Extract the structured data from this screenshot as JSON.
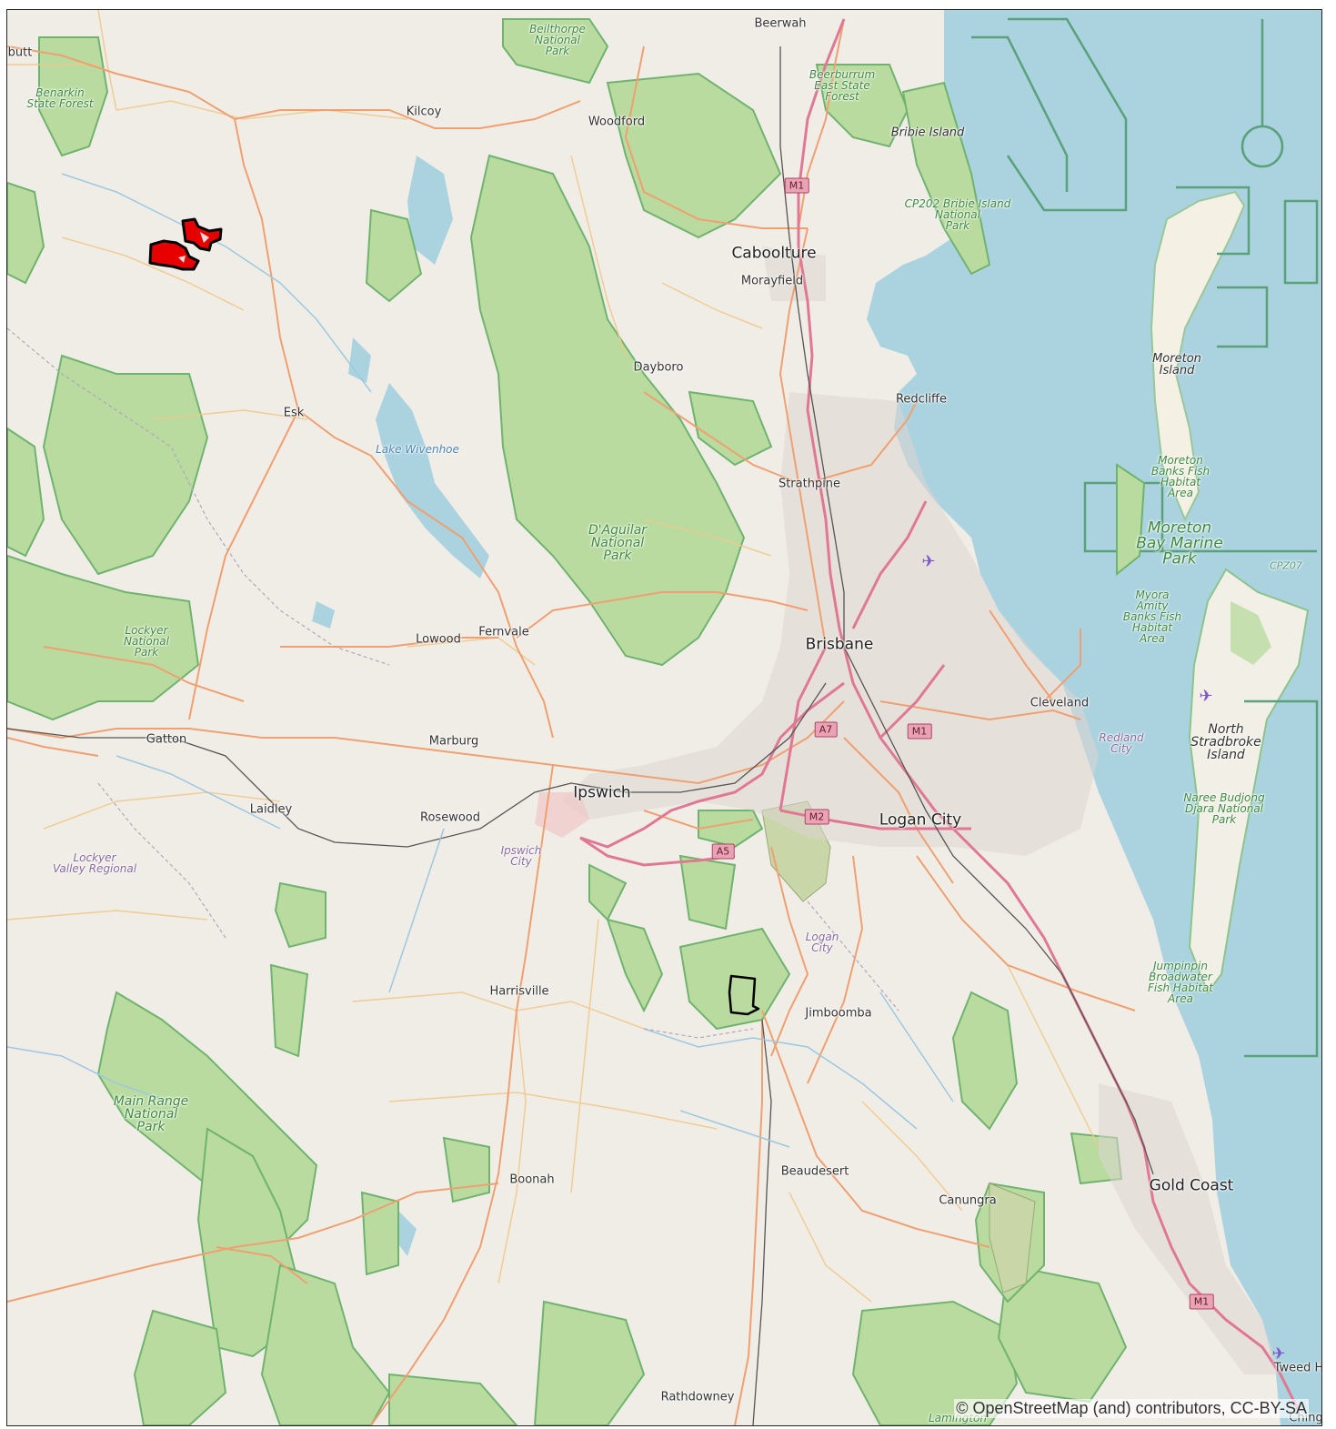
{
  "attribution": "© OpenStreetMap (and) contributors, CC-BY-SA",
  "colors": {
    "land": "#f0ede7",
    "water": "#aad3df",
    "park": "#b9dba0",
    "park_border": "#6fb36f",
    "motorway": "#e892a2",
    "primary": "#f3a06a",
    "highlight_fill": "#e60000",
    "highlight_outline": "#000000"
  },
  "labels": {
    "beerwah": "Beerwah",
    "beerburrum": "Beerburrum\nEast State\nForest",
    "beilthorpe": "Beilthorpe\nNational\nPark",
    "benarkin": "Benarkin\nState Forest",
    "butt": "butt",
    "kilcoy": "Kilcoy",
    "woodford": "Woodford",
    "bribie": "Bribie Island",
    "bribie_np": "CP202 Bribie Island\nNational\nPark",
    "caboolture": "Caboolture",
    "morayfield": "Morayfield",
    "moreton_island": "Moreton\nIsland",
    "dayboro": "Dayboro",
    "redcliffe": "Redcliffe",
    "esk": "Esk",
    "lake_wivenhoe": "Lake Wivenhoe",
    "strathpine": "Strathpine",
    "moreton_banks": "Moreton\nBanks Fish\nHabitat\nArea",
    "moreton_bay_park": "Moreton\nBay Marine\nPark",
    "cpz07": "CPZ07",
    "daguilar": "D'Aguilar\nNational\nPark",
    "myora": "Myora\nAmity\nBanks Fish\nHabitat\nArea",
    "lockyer_np": "Lockyer\nNational\nPark",
    "lowood": "Lowood",
    "fernvale": "Fernvale",
    "brisbane": "Brisbane",
    "cleveland": "Cleveland",
    "north_stradbroke": "North Stradbroke\nIsland",
    "redland": "Redland\nCity",
    "gatton": "Gatton",
    "marburg": "Marburg",
    "ipswich": "Ipswich",
    "laidley": "Laidley",
    "rosewood": "Rosewood",
    "logan_city": "Logan City",
    "naree": "Naree Budjong\nDjara National\nPark",
    "lockyer_valley": "Lockyer\nValley Regional",
    "ipswich_city": "Ipswich\nCity",
    "logan_lga": "Logan\nCity",
    "harrisville": "Harrisville",
    "jimboomba": "Jimboomba",
    "jumpinpin": "Jumpinpin\nBroadwater\nFish Habitat\nArea",
    "main_range": "Main Range\nNational\nPark",
    "beaudesert": "Beaudesert",
    "boonah": "Boonah",
    "canungra": "Canungra",
    "gold_coast": "Gold Coast",
    "tweed": "Tweed H",
    "rathdowney": "Rathdowney",
    "lamington": "Lamington",
    "ching": "Ching"
  },
  "shields": {
    "m1_north": "M1",
    "a7": "A7",
    "m1_brisbane": "M1",
    "m2": "M2",
    "a5": "A5",
    "m1_gold_coast": "M1"
  }
}
